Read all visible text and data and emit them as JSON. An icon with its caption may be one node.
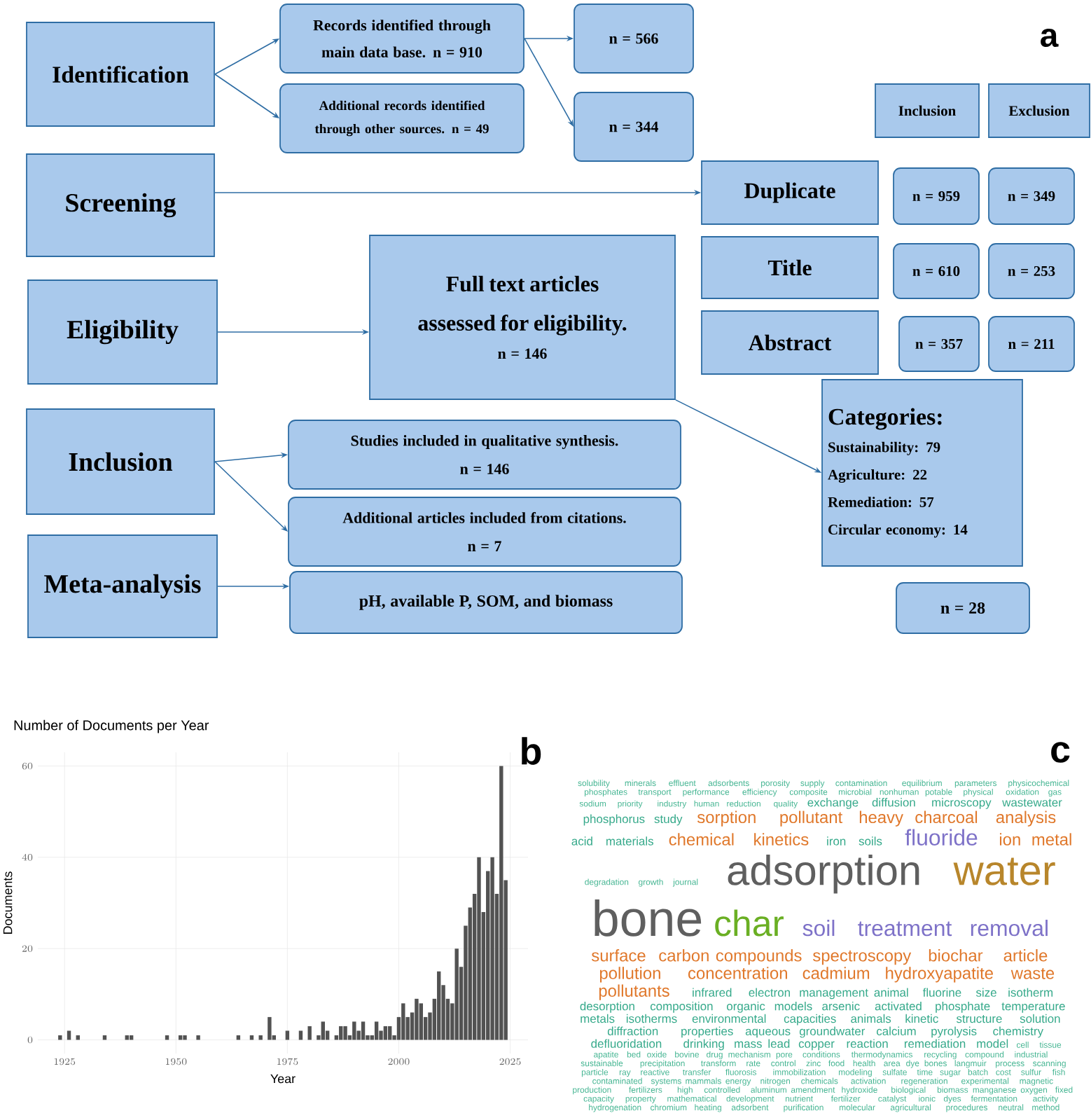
{
  "diagram": {
    "nodes": [
      {
        "text": [
          "Identification"
        ]
      },
      {
        "text": [
          "Records identified through main data base. n = 910"
        ]
      },
      {
        "text": [
          "Additional records identified through other sources. n = 49"
        ]
      },
      {
        "text": [
          "n = 566"
        ]
      },
      {
        "text": [
          "n = 344"
        ]
      },
      {
        "text": [
          "Screening"
        ]
      },
      {
        "text": [
          "Eligibility"
        ]
      },
      {
        "text": [
          "Full text articles assessed for eligibility.",
          "n = 146"
        ]
      },
      {
        "text": [
          "Inclusion"
        ]
      },
      {
        "text": [
          "Studies included in qualitative synthesis.",
          "n = 146"
        ]
      },
      {
        "text": [
          "Additional articles included from citations.",
          "n = 7"
        ]
      },
      {
        "text": [
          "Meta-analysis"
        ]
      },
      {
        "text": [
          "pH, available P, SOM, and biomass"
        ]
      },
      {
        "text": [
          "n = 28"
        ]
      },
      {
        "text": [
          "Inclusion"
        ]
      },
      {
        "text": [
          "Exclusion"
        ]
      },
      {
        "text": [
          "Duplicate"
        ]
      },
      {
        "text": [
          "n = 959"
        ]
      },
      {
        "text": [
          "n = 349"
        ]
      },
      {
        "text": [
          "Title"
        ]
      },
      {
        "text": [
          "n = 610"
        ]
      },
      {
        "text": [
          "n = 253"
        ]
      },
      {
        "text": [
          "Abstract"
        ]
      },
      {
        "text": [
          "n = 357"
        ]
      },
      {
        "text": [
          "n = 211"
        ]
      },
      {
        "text": [
          "Categories:",
          "Sustainability: 79",
          "Agriculture: 22",
          "Remediation: 57",
          "Circular economy: 14"
        ]
      }
    ],
    "edges": [
      {
        "from": 0,
        "to": 1,
        "arrow": "to"
      },
      {
        "from": 0,
        "to": 2,
        "arrow": "to"
      },
      {
        "from": 1,
        "to": 3,
        "arrow": "to"
      },
      {
        "from": 1,
        "to": 4,
        "arrow": "to"
      },
      {
        "from": 5,
        "to": 16,
        "arrow": "to"
      },
      {
        "from": 6,
        "to": 7,
        "arrow": "to"
      },
      {
        "from": 7,
        "to": 25,
        "arrow": "to"
      },
      {
        "from": 8,
        "to": 9,
        "arrow": "to"
      },
      {
        "from": 8,
        "to": 10,
        "arrow": "to"
      },
      {
        "from": 11,
        "to": 12,
        "arrow": "to"
      }
    ],
    "labels": [
      "a",
      "b",
      "c",
      "solubility",
      "minerals",
      "effluent",
      "adsorbents",
      "porosity",
      "supply",
      "contamination",
      "equilibrium",
      "parameters",
      "physicochemical",
      "phosphates",
      "transport",
      "performance",
      "efficiency",
      "composite",
      "microbial",
      "nonhuman",
      "potable",
      "physical",
      "oxidation",
      "gas",
      "sodium",
      "priority",
      "industry",
      "human",
      "reduction",
      "quality",
      "exchange",
      "diffusion",
      "microscopy",
      "wastewater",
      "phosphorus",
      "study",
      "sorption",
      "pollutant",
      "heavy",
      "charcoal",
      "analysis",
      "acid",
      "materials",
      "chemical",
      "kinetics",
      "iron",
      "soils",
      "fluoride",
      "ion",
      "metal",
      "degradation",
      "growth",
      "journal",
      "adsorption",
      "water",
      "bone",
      "char",
      "soil",
      "treatment",
      "removal",
      "surface",
      "carbon",
      "compounds",
      "spectroscopy",
      "biochar",
      "article",
      "pollution",
      "concentration",
      "cadmium",
      "hydroxyapatite",
      "waste",
      "pollutants",
      "infrared",
      "electron",
      "management",
      "animal",
      "fluorine",
      "size",
      "isotherm",
      "desorption",
      "composition",
      "organic",
      "models",
      "arsenic",
      "activated",
      "phosphate",
      "temperature",
      "metals",
      "isotherms",
      "environmental",
      "capacities",
      "animals",
      "kinetic",
      "structure",
      "solution",
      "diffraction",
      "properties",
      "aqueous",
      "groundwater",
      "calcium",
      "pyrolysis",
      "chemistry",
      "defluoridation",
      "drinking",
      "mass",
      "lead",
      "copper",
      "reaction",
      "remediation",
      "model",
      "cell",
      "tissue",
      "apatite",
      "bed",
      "oxide",
      "bovine",
      "drug",
      "mechanism",
      "pore",
      "conditions",
      "thermodynamics",
      "recycling",
      "compound",
      "industrial",
      "sustainable",
      "precipitation",
      "transform",
      "rate",
      "control",
      "zinc",
      "food",
      "health",
      "area",
      "dye",
      "bones",
      "langmuir",
      "process",
      "scanning",
      "particle",
      "ray",
      "reactive",
      "transfer",
      "fluorosis",
      "immobilization",
      "modeling",
      "sulfate",
      "time",
      "sugar",
      "batch",
      "cost",
      "sulfur",
      "fish",
      "contaminated",
      "systems",
      "mammals",
      "energy",
      "nitrogen",
      "chemicals",
      "activation",
      "regeneration",
      "experimental",
      "magnetic",
      "production",
      "fertilizers",
      "high",
      "controlled",
      "aluminum",
      "amendment",
      "hydroxide",
      "biological",
      "biomass",
      "manganese",
      "oxygen",
      "fixed",
      "capacity",
      "property",
      "mathematical",
      "development",
      "nutrient",
      "fertilizer",
      "catalyst",
      "ionic",
      "dyes",
      "fermentation",
      "activity",
      "hydrogenation",
      "chromium",
      "heating",
      "adsorbent",
      "purification",
      "molecular",
      "agricultural",
      "procedures",
      "neutral",
      "method"
    ],
    "chart_data": {
      "type": "bar",
      "title": "Number of Documents per Year",
      "xlabel": "Year",
      "ylabel": "Documents",
      "x": [
        1924,
        1926,
        1928,
        1934,
        1939,
        1940,
        1948,
        1951,
        1952,
        1955,
        1964,
        1967,
        1969,
        1971,
        1972,
        1975,
        1978,
        1980,
        1982,
        1983,
        1984,
        1986,
        1987,
        1988,
        1989,
        1990,
        1991,
        1992,
        1993,
        1994,
        1995,
        1996,
        1997,
        1998,
        1999,
        2000,
        2001,
        2002,
        2003,
        2004,
        2005,
        2006,
        2007,
        2008,
        2009,
        2010,
        2011,
        2012,
        2013,
        2014,
        2015,
        2016,
        2017,
        2018,
        2019,
        2020,
        2021,
        2022,
        2023,
        2024
      ],
      "values": [
        1,
        2,
        1,
        1,
        1,
        1,
        1,
        1,
        1,
        1,
        1,
        1,
        1,
        5,
        1,
        2,
        2,
        3,
        1,
        4,
        2,
        1,
        3,
        3,
        1,
        4,
        2,
        4,
        1,
        1,
        4,
        2,
        3,
        3,
        1,
        5,
        8,
        5,
        6,
        9,
        8,
        5,
        6,
        9,
        15,
        12,
        9,
        8,
        20,
        16,
        25,
        29,
        32,
        40,
        28,
        37,
        40,
        32,
        60,
        35
      ],
      "xlim": [
        1919,
        2029
      ],
      "ylim": [
        -3,
        63
      ],
      "grid": true,
      "xticks": [
        1925,
        1950,
        1975,
        2000,
        2025
      ],
      "yticks": [
        0,
        20,
        40,
        60
      ]
    }
  }
}
